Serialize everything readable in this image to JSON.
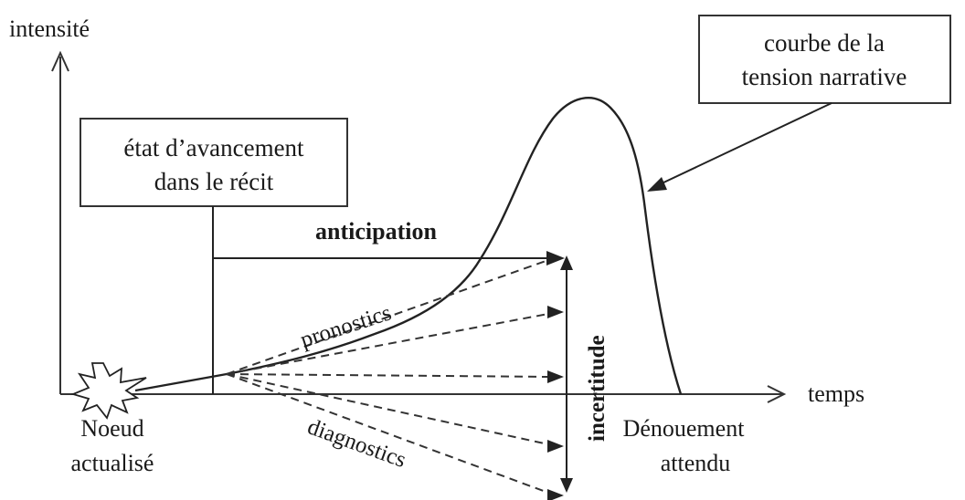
{
  "axes": {
    "y_label": "intensité",
    "x_label": "temps"
  },
  "boxes": {
    "progress_line1": "état d’avancement",
    "progress_line2": "dans le récit",
    "curve_line1": "courbe de la",
    "curve_line2": "tension narrative"
  },
  "labels": {
    "anticipation": "anticipation",
    "pronostics": "pronostics",
    "diagnostics": "diagnostics",
    "incertitude": "incertitude",
    "origin_line1": "Noeud",
    "origin_line2": "actualisé",
    "end_line1": "Dénouement",
    "end_line2": "attendu"
  }
}
